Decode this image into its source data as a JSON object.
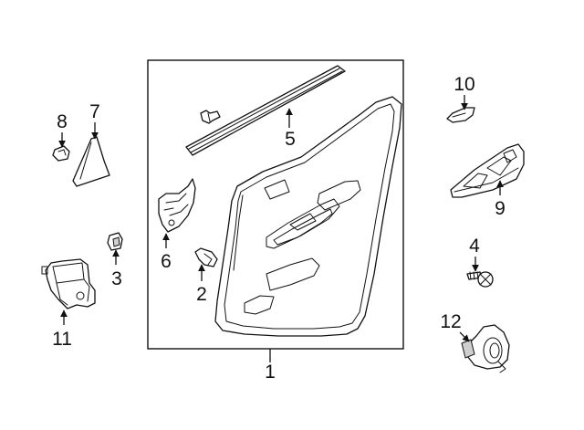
{
  "callouts": {
    "c1": "1",
    "c2": "2",
    "c3": "3",
    "c4": "4",
    "c5": "5",
    "c6": "6",
    "c7": "7",
    "c8": "8",
    "c9": "9",
    "c10": "10",
    "c11": "11",
    "c12": "12"
  }
}
